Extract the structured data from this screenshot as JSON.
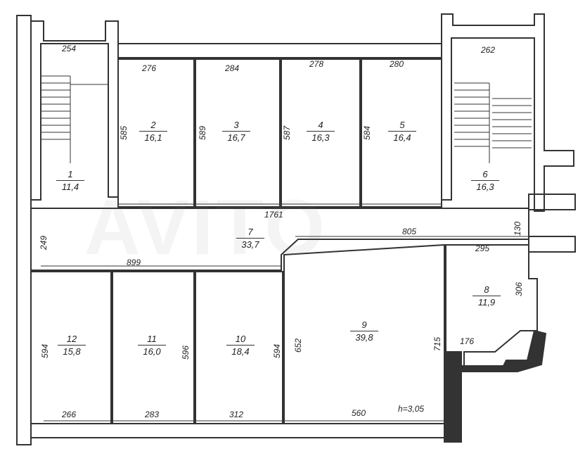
{
  "watermark": "AVITO",
  "ceiling_height": "h=3,05",
  "rooms": [
    {
      "id": "room-1",
      "number": "1",
      "area": "11,4"
    },
    {
      "id": "room-2",
      "number": "2",
      "area": "16,1"
    },
    {
      "id": "room-3",
      "number": "3",
      "area": "16,7"
    },
    {
      "id": "room-4",
      "number": "4",
      "area": "16,3"
    },
    {
      "id": "room-5",
      "number": "5",
      "area": "16,4"
    },
    {
      "id": "room-6",
      "number": "6",
      "area": "16,3"
    },
    {
      "id": "room-7",
      "number": "7",
      "area": "33,7"
    },
    {
      "id": "room-8",
      "number": "8",
      "area": "11,9"
    },
    {
      "id": "room-9",
      "number": "9",
      "area": "39,8"
    },
    {
      "id": "room-10",
      "number": "10",
      "area": "18,4"
    },
    {
      "id": "room-11",
      "number": "11",
      "area": "16,0"
    },
    {
      "id": "room-12",
      "number": "12",
      "area": "15,8"
    }
  ],
  "dimensions": {
    "d254": "254",
    "d276": "276",
    "d284": "284",
    "d278": "278",
    "d280": "280",
    "d262": "262",
    "d585": "585",
    "d589": "589",
    "d587": "587",
    "d584": "584",
    "d1761": "1761",
    "d249": "249",
    "d805": "805",
    "d130": "130",
    "d295": "295",
    "d899": "899",
    "d306": "306",
    "d176": "176",
    "d715": "715",
    "d652": "652",
    "d594a": "594",
    "d596": "596",
    "d594b": "594",
    "d266": "266",
    "d283": "283",
    "d312": "312",
    "d560": "560"
  }
}
